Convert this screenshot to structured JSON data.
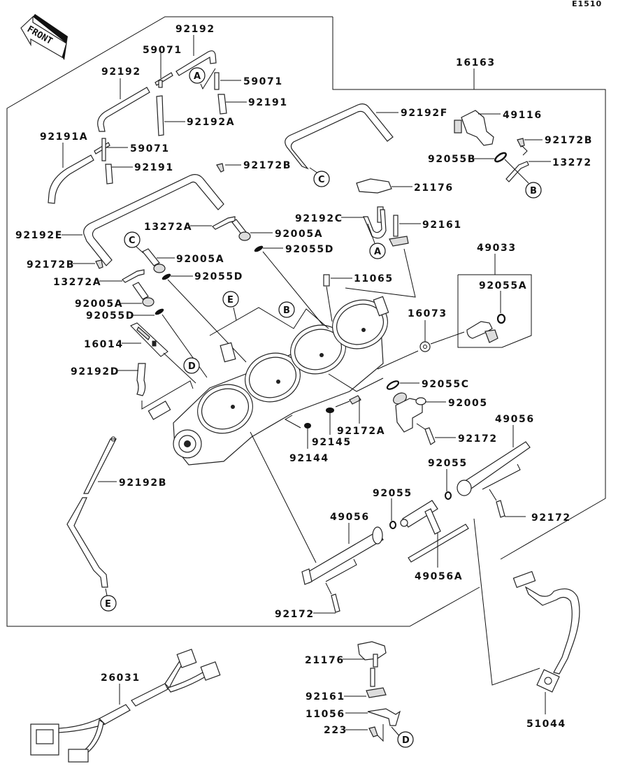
{
  "diagram": {
    "code": "E1510",
    "front_label": "FRONT",
    "main_assembly_label": "16163",
    "callouts": {
      "c92192_top": "92192",
      "c59071_top": "59071",
      "c92192_left": "92192",
      "c59071_right": "59071",
      "c92191_right": "92191",
      "c92192A": "92192A",
      "c92191A": "92191A",
      "c59071_lower": "59071",
      "c92191_lower": "92191",
      "c92172B_left": "92172B",
      "c92192F": "92192F",
      "c49116": "49116",
      "c92172B_right": "92172B",
      "c92055B": "92055B",
      "c13272": "13272",
      "c21176_top": "21176",
      "c92192C": "92192C",
      "c92161_top": "92161",
      "c92192E": "92192E",
      "c13272A_top": "13272A",
      "c92005A_top": "92005A",
      "c92055D_top": "92055D",
      "c92005A_mid": "92005A",
      "c92172B_mid": "92172B",
      "c13272A_mid": "13272A",
      "c92055D_mid": "92055D",
      "c92005A_low": "92005A",
      "c92055D_low": "92055D",
      "c11065": "11065",
      "c49033": "49033",
      "c92055A": "92055A",
      "c16073": "16073",
      "c16014": "16014",
      "c92192D": "92192D",
      "c92055C": "92055C",
      "c92005": "92005",
      "c92172A": "92172A",
      "c92145": "92145",
      "c92144": "92144",
      "c92172_mid": "92172",
      "c49056_right": "49056",
      "c92192B": "92192B",
      "c92055_right": "92055",
      "c92055_left": "92055",
      "c49056_left": "49056",
      "c92172_right": "92172",
      "c49056A": "49056A",
      "c92172_bottom": "92172",
      "c26031": "26031",
      "c21176_bottom": "21176",
      "c92161_bottom": "92161",
      "c11056": "11056",
      "c223": "223",
      "c51044": "51044"
    },
    "reference_markers": {
      "A_top": "A",
      "A_mid": "A",
      "B_right": "B",
      "B_body": "B",
      "C_top": "C",
      "C_left": "C",
      "D_body": "D",
      "D_bottom": "D",
      "E_body": "E",
      "E_hose": "E"
    }
  }
}
